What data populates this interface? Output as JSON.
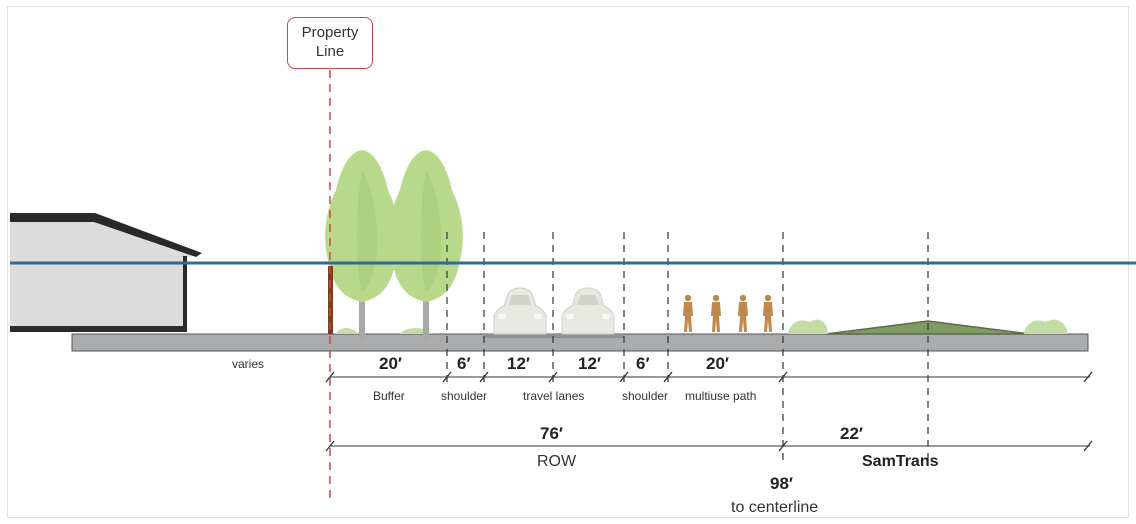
{
  "property_line": {
    "line1": "Property",
    "line2": "Line"
  },
  "segments": [
    {
      "width": "20′",
      "label": "Buffer"
    },
    {
      "width": "6′",
      "label": "shoulder"
    },
    {
      "width": "12′",
      "label": ""
    },
    {
      "width": "12′",
      "label": ""
    },
    {
      "width": "6′",
      "label": "shoulder"
    },
    {
      "width": "20′",
      "label": "multiuse path"
    }
  ],
  "travel_lanes_label": "travel lanes",
  "varies_label": "varies",
  "row": {
    "width": "76′",
    "label": "ROW"
  },
  "samtrans": {
    "width": "22′",
    "label": "SamTrans"
  },
  "centerline": {
    "width": "98′",
    "label": "to centerline"
  },
  "colors": {
    "property_line": "#c94a4a",
    "reference_line": "#2f6b96",
    "tree": "#b6d98a",
    "ground": "#a9abad",
    "building": "#dcdcdc",
    "pedestrian": "#c0884a",
    "berm": "#7e9a63"
  }
}
